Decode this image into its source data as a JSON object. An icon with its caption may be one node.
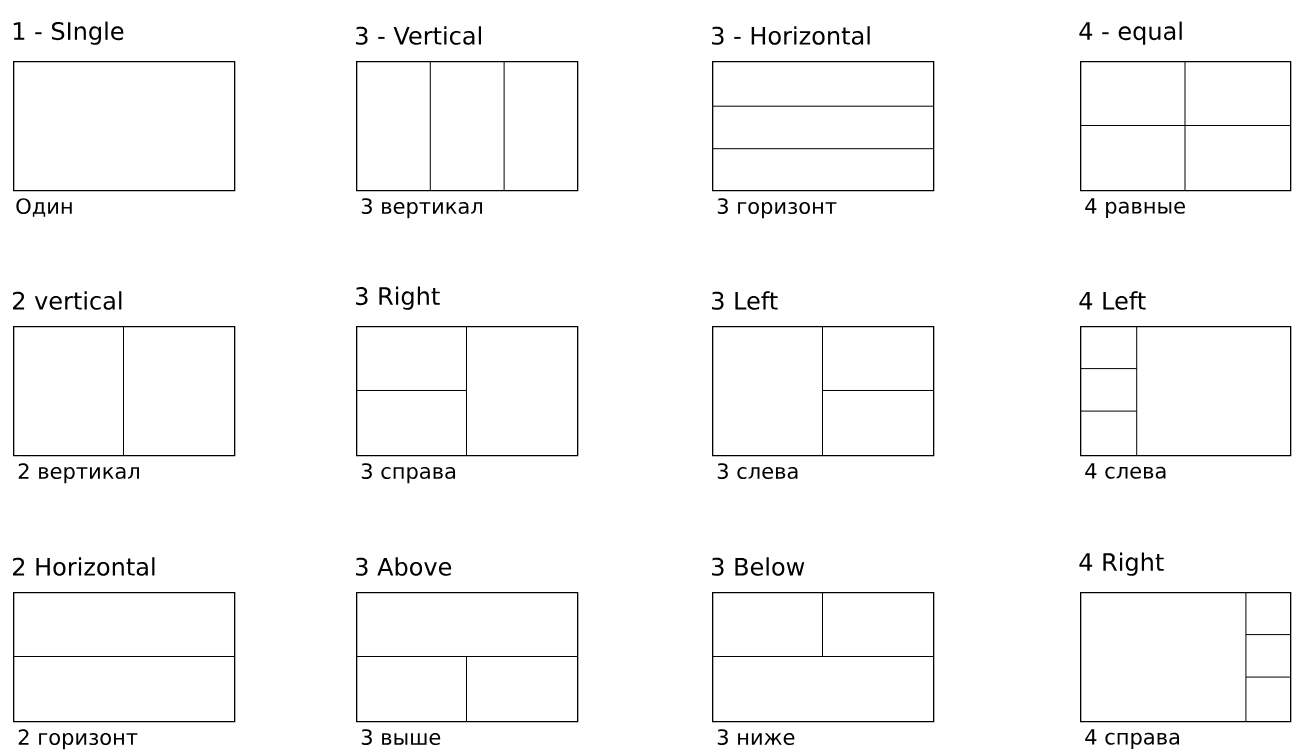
{
  "diagram": {
    "nodes": [
      {
        "text": [
          "1 - SIngle"
        ],
        "beside": [
          "Один"
        ]
      },
      {
        "text": [
          "3 - Vertical"
        ],
        "beside": [
          "3 вертикал"
        ]
      },
      {
        "text": [
          "3 - Horizontal"
        ],
        "beside": [
          "3 горизонт"
        ]
      },
      {
        "text": [
          "4 - equal"
        ],
        "beside": [
          "4 равные"
        ]
      },
      {
        "text": [
          "2 vertical"
        ],
        "beside": [
          "2 вертикал"
        ]
      },
      {
        "text": [
          "3 Right"
        ],
        "beside": [
          "3 справа"
        ]
      },
      {
        "text": [
          "3 Left"
        ],
        "beside": [
          "3 слева"
        ]
      },
      {
        "text": [
          "4 Left"
        ],
        "beside": [
          "4 слева"
        ]
      },
      {
        "text": [
          "2 Horizontal"
        ],
        "beside": [
          "2 горизонт"
        ]
      },
      {
        "text": [
          "3 Above"
        ],
        "beside": [
          "3 выше"
        ]
      },
      {
        "text": [
          "3 Below"
        ],
        "beside": [
          "3 ниже"
        ]
      },
      {
        "text": [
          "4 Right"
        ],
        "beside": [
          "4 справа"
        ]
      }
    ]
  }
}
